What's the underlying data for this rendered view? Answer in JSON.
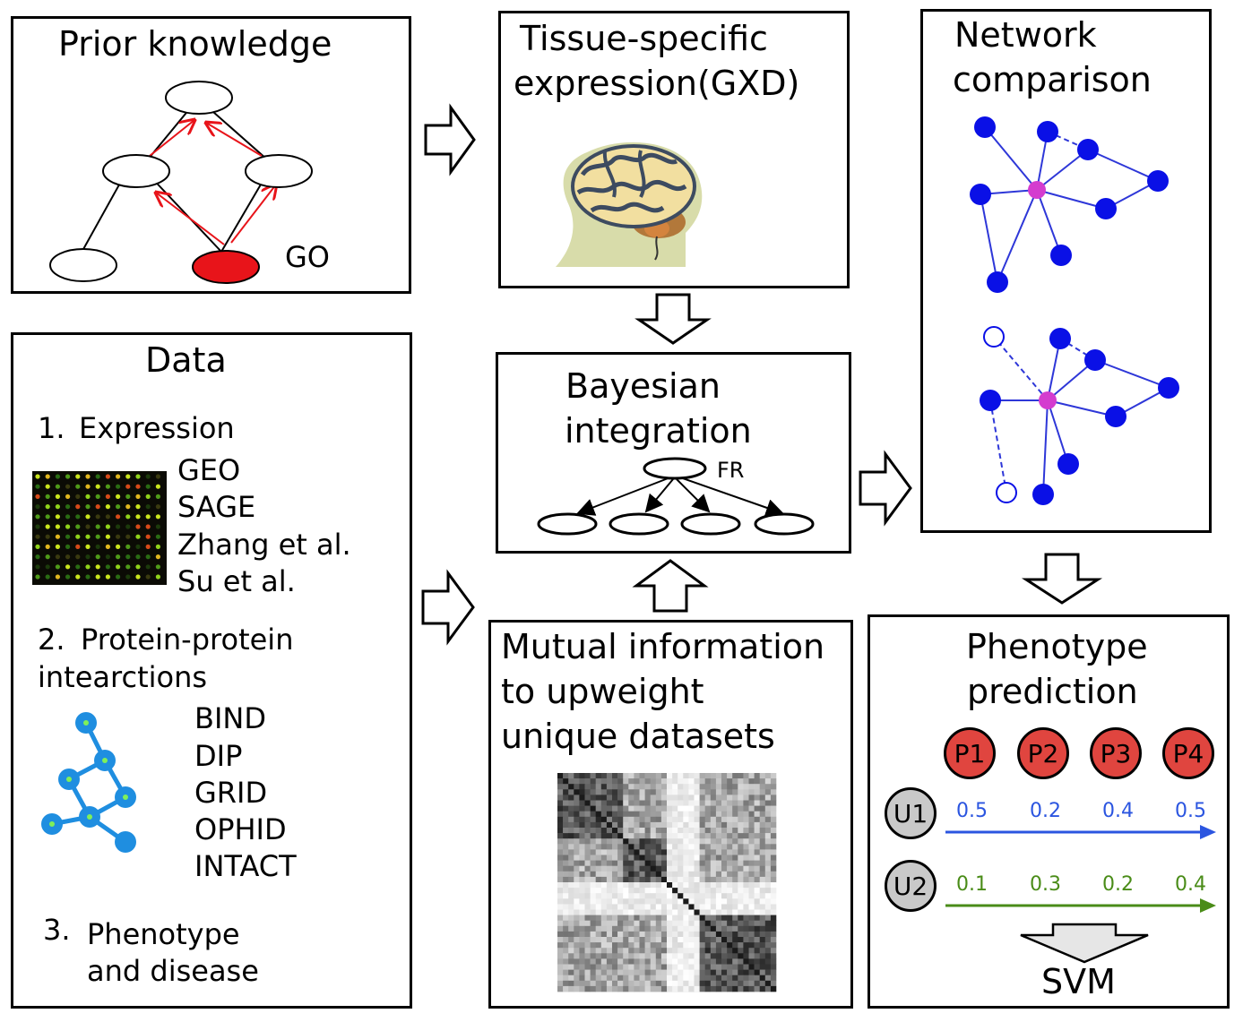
{
  "prior": {
    "title": "Prior knowledge",
    "go_label": "GO"
  },
  "tissue": {
    "title_line1": "Tissue-specific",
    "title_line2": "expression(GXD)"
  },
  "network": {
    "title_line1": "Network",
    "title_line2": "comparison"
  },
  "data": {
    "title": "Data",
    "sections": [
      {
        "number": "1.",
        "title": "Expression",
        "sources": [
          "GEO",
          "SAGE",
          "Zhang et al.",
          "Su et al."
        ]
      },
      {
        "number": "2.",
        "title_line1": "Protein-protein",
        "title_line2": "intearctions",
        "sources": [
          "BIND",
          "DIP",
          "GRID",
          "OPHID",
          "INTACT"
        ]
      },
      {
        "number": "3.",
        "title_line1": "Phenotype",
        "title_line2": "and disease"
      }
    ]
  },
  "bayes": {
    "title_line1": "Bayesian",
    "title_line2": "integration",
    "root_label": "FR"
  },
  "mutual": {
    "line1": "Mutual information",
    "line2": "to upweight",
    "line3": "unique datasets"
  },
  "phenotype": {
    "title_line1": "Phenotype",
    "title_line2": "prediction",
    "phenotypes": [
      "P1",
      "P2",
      "P3",
      "P4"
    ],
    "users": [
      {
        "label": "U1",
        "values": [
          "0.5",
          "0.2",
          "0.4",
          "0.5"
        ],
        "color": "#2b55e0"
      },
      {
        "label": "U2",
        "values": [
          "0.1",
          "0.3",
          "0.2",
          "0.4"
        ],
        "color": "#4a8c18"
      }
    ],
    "classifier": "SVM"
  },
  "colors": {
    "go_term": "#e8141a",
    "network_node": "#0a10e6",
    "hub_node": "#d43ccf",
    "phenotype_node": "#e0453f",
    "user_node": "#c9c9c9",
    "ppi_node": "#1f8ee0"
  }
}
